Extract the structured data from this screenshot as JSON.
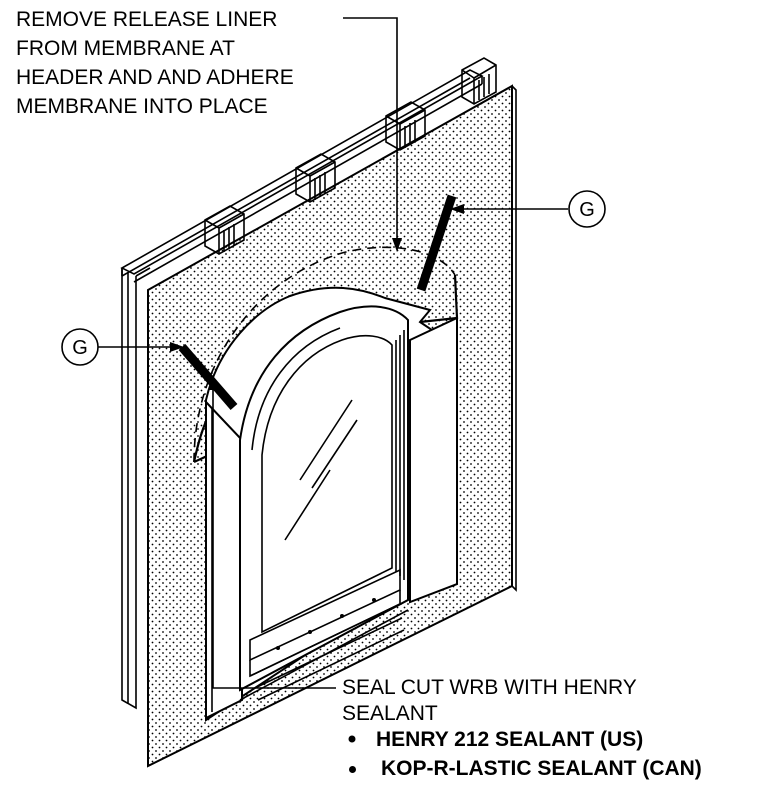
{
  "notes": {
    "top": {
      "lines": [
        "REMOVE RELEASE LINER",
        "FROM MEMBRANE AT",
        "HEADER AND AND ADHERE",
        "MEMBRANE INTO PLACE"
      ]
    },
    "bottom": {
      "lines": [
        "SEAL CUT WRB WITH HENRY",
        "SEALANT"
      ],
      "bullets": [
        "HENRY 212 SEALANT (US)",
        "KOP-R-LASTIC SEALANT (CAN)"
      ]
    }
  },
  "callouts": {
    "right": "G",
    "left": "G"
  }
}
